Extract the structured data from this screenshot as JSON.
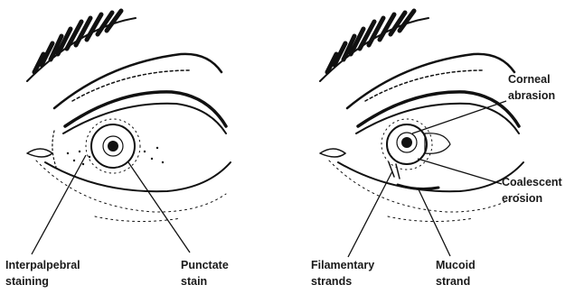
{
  "labels": {
    "interpalpebral_1": "Interpalpebral",
    "interpalpebral_2": "staining",
    "punctate_1": "Punctate",
    "punctate_2": "stain",
    "filamentary_1": "Filamentary",
    "filamentary_2": "strands",
    "mucoid_1": "Mucoid",
    "mucoid_2": "strand",
    "corneal_1": "Corneal",
    "corneal_2": "abrasion",
    "coalescent_1": "Coalescent",
    "coalescent_2": "erosion"
  }
}
